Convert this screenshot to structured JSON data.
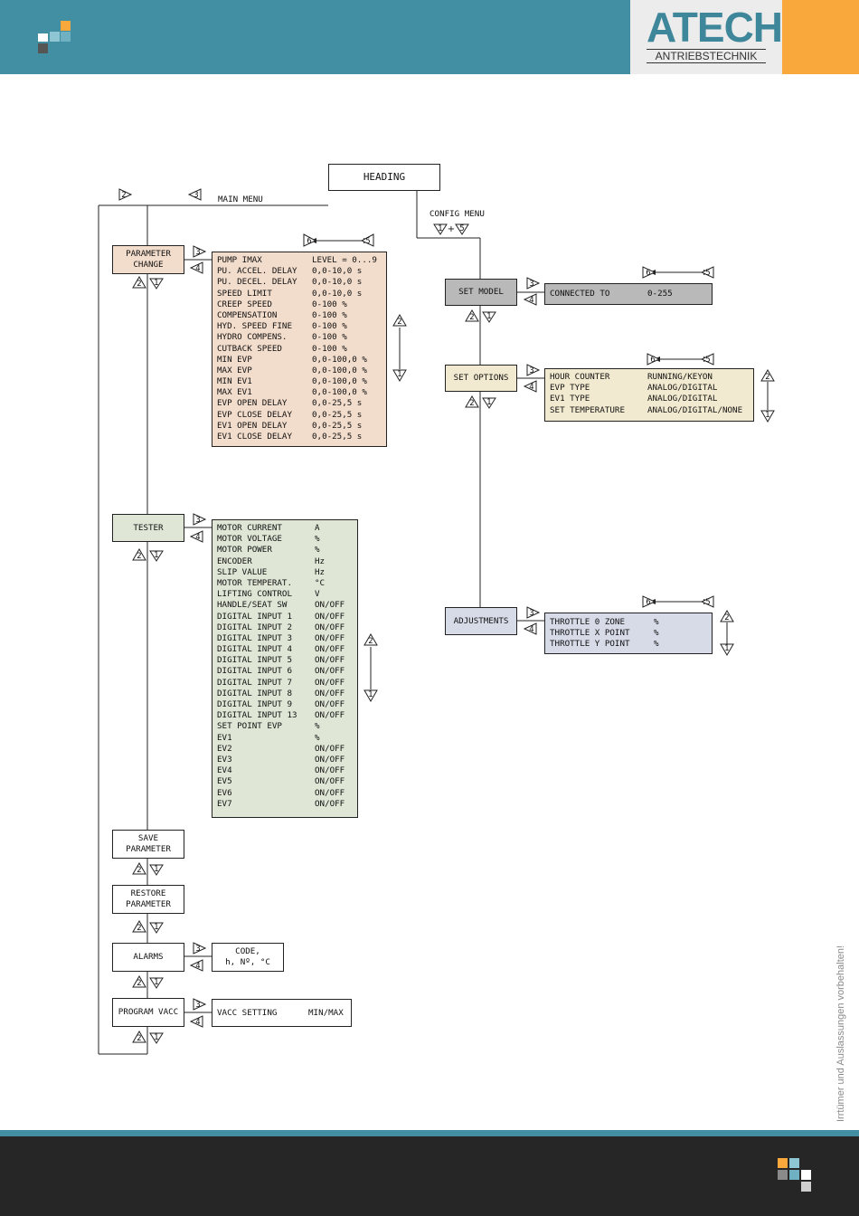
{
  "brand": {
    "name": "ATECH",
    "subtitle": "ANTRIEBSTECHNIK",
    "disclaimer": "Irrtümer und Auslassungen vorbehalten!",
    "colors": {
      "teal": "#428ea3",
      "orange": "#f9a83b",
      "footer": "#262626"
    }
  },
  "diagram": {
    "heading": "HEADING",
    "main_menu_label": "MAIN MENU",
    "config_menu_label": "CONFIG MENU",
    "config_plus": "+",
    "main_menu": {
      "parameter_change": {
        "label": "PARAMETER CHANGE",
        "rows": [
          [
            "PUMP IMAX",
            "LEVEL = 0...9"
          ],
          [
            "PU. ACCEL. DELAY",
            "0,0-10,0 s"
          ],
          [
            "PU. DECEL. DELAY",
            "0,0-10,0 s"
          ],
          [
            "SPEED LIMIT",
            "0,0-10,0 s"
          ],
          [
            "CREEP SPEED",
            "0-100 %"
          ],
          [
            "COMPENSATION",
            "0-100 %"
          ],
          [
            "HYD. SPEED FINE",
            "0-100 %"
          ],
          [
            "HYDRO COMPENS.",
            "0-100 %"
          ],
          [
            "CUTBACK SPEED",
            "0-100 %"
          ],
          [
            "MIN EVP",
            "0,0-100,0 %"
          ],
          [
            "MAX EVP",
            "0,0-100,0 %"
          ],
          [
            "MIN EV1",
            "0,0-100,0 %"
          ],
          [
            "MAX EV1",
            "0,0-100,0 %"
          ],
          [
            "EVP OPEN DELAY",
            "0,0-25,5 s"
          ],
          [
            "EVP CLOSE DELAY",
            "0,0-25,5 s"
          ],
          [
            "EV1 OPEN DELAY",
            "0,0-25,5 s"
          ],
          [
            "EV1 CLOSE DELAY",
            "0,0-25,5 s"
          ]
        ]
      },
      "tester": {
        "label": "TESTER",
        "rows": [
          [
            "MOTOR CURRENT",
            "A"
          ],
          [
            "MOTOR VOLTAGE",
            "%"
          ],
          [
            "MOTOR POWER",
            "%"
          ],
          [
            "ENCODER",
            "Hz"
          ],
          [
            "SLIP VALUE",
            "Hz"
          ],
          [
            "MOTOR TEMPERAT.",
            "°C"
          ],
          [
            "LIFTING CONTROL",
            "V"
          ],
          [
            "HANDLE/SEAT SW",
            "ON/OFF"
          ],
          [
            "DIGITAL INPUT 1",
            "ON/OFF"
          ],
          [
            "DIGITAL INPUT 2",
            "ON/OFF"
          ],
          [
            "DIGITAL INPUT 3",
            "ON/OFF"
          ],
          [
            "DIGITAL INPUT 4",
            "ON/OFF"
          ],
          [
            "DIGITAL INPUT 5",
            "ON/OFF"
          ],
          [
            "DIGITAL INPUT 6",
            "ON/OFF"
          ],
          [
            "DIGITAL INPUT 7",
            "ON/OFF"
          ],
          [
            "DIGITAL INPUT 8",
            "ON/OFF"
          ],
          [
            "DIGITAL INPUT 9",
            "ON/OFF"
          ],
          [
            "DIGITAL INPUT 13",
            "ON/OFF"
          ],
          [
            "SET POINT EVP",
            "%"
          ],
          [
            "EV1",
            "%"
          ],
          [
            "EV2",
            "ON/OFF"
          ],
          [
            "EV3",
            "ON/OFF"
          ],
          [
            "EV4",
            "ON/OFF"
          ],
          [
            "EV5",
            "ON/OFF"
          ],
          [
            "EV6",
            "ON/OFF"
          ],
          [
            "EV7",
            "ON/OFF"
          ]
        ]
      },
      "save_parameter": {
        "label": "SAVE PARAMETER"
      },
      "restore_parameter": {
        "label": "RESTORE PARAMETER"
      },
      "alarms": {
        "label": "ALARMS",
        "detail_line1": "CODE,",
        "detail_line2": "h, Nº, °C"
      },
      "program_vacc": {
        "label": "PROGRAM VACC",
        "rows": [
          [
            "VACC SETTING",
            "MIN/MAX"
          ]
        ]
      }
    },
    "config_menu": {
      "set_model": {
        "label": "SET MODEL",
        "rows": [
          [
            "CONNECTED TO",
            "0-255"
          ]
        ]
      },
      "set_options": {
        "label": "SET OPTIONS",
        "rows": [
          [
            "HOUR COUNTER",
            "RUNNING/KEYON"
          ],
          [
            "EVP TYPE",
            "ANALOG/DIGITAL"
          ],
          [
            "EV1 TYPE",
            "ANALOG/DIGITAL"
          ],
          [
            "SET TEMPERATURE",
            "ANALOG/DIGITAL/NONE"
          ]
        ]
      },
      "adjustments": {
        "label": "ADJUSTMENTS",
        "rows": [
          [
            "THROTTLE 0 ZONE",
            "%"
          ],
          [
            "THROTTLE X POINT",
            "%"
          ],
          [
            "THROTTLE Y POINT",
            "%"
          ]
        ]
      }
    },
    "keys": {
      "k1": "1",
      "k2": "2",
      "k3": "3",
      "k4": "4",
      "k5": "5",
      "k6": "6"
    },
    "box_colors": {
      "parameter_change": "#f2dccb",
      "tester": "#dfe6d6",
      "set_model": "#b9b9b9",
      "set_options": "#f2ead0",
      "adjustments": "#d7dbe8"
    }
  }
}
